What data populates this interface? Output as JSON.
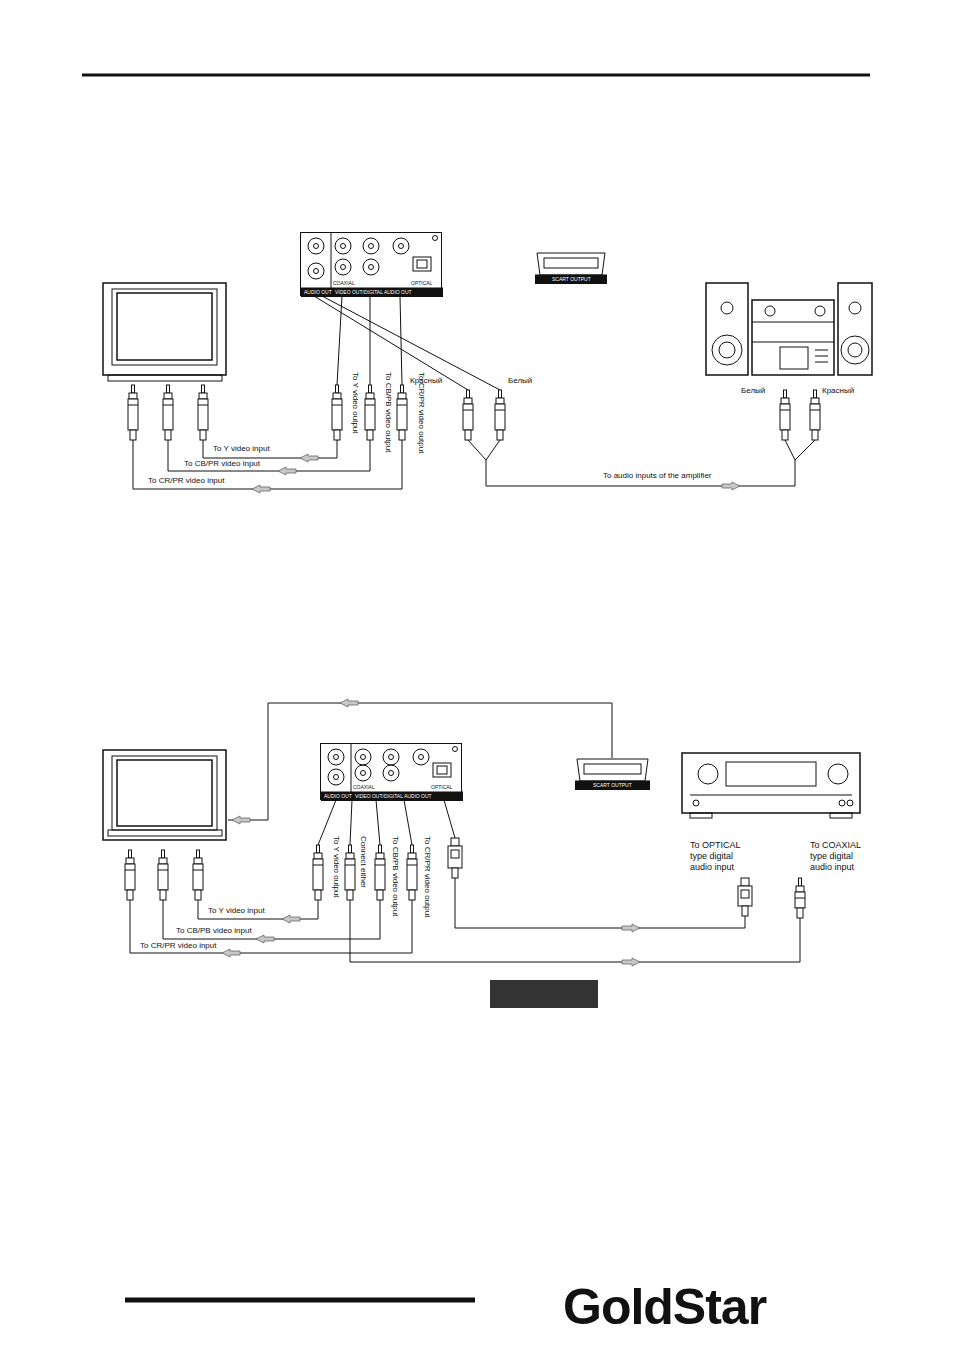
{
  "diagram": {
    "nodes": [
      {
        "text": [
          "AUDIO OUT",
          "COAXIAL",
          "VIDEO OUT/DIGITAL AUDIO OUT",
          "OPTICAL"
        ]
      },
      {
        "text": [
          "SCART OUTPUT"
        ]
      },
      {
        "text": [
          "AUDIO OUT",
          "COAXIAL",
          "VIDEO OUT/DIGITAL AUDIO OUT",
          "OPTICAL"
        ]
      },
      {
        "text": [
          "SCART OUTPUT"
        ]
      }
    ],
    "labels": [
      "To Y video output",
      "To CB/PB video output",
      "To CR/PR video output",
      "Красный",
      "Белый",
      "To Y video input",
      "To CB/PR video input",
      "To CR/PR video input",
      "Белый",
      "Красный",
      "To audio inputs of the amplifier",
      "To Y video output",
      "Connect either",
      "To CB/PB video output",
      "To CR/PR video output",
      "To OPTICAL type digital audio input",
      "To COAXIAL type digital audio input",
      "To Y video input",
      "To CB/PB video input",
      "To CR/PR video input",
      "GoldStar"
    ]
  }
}
